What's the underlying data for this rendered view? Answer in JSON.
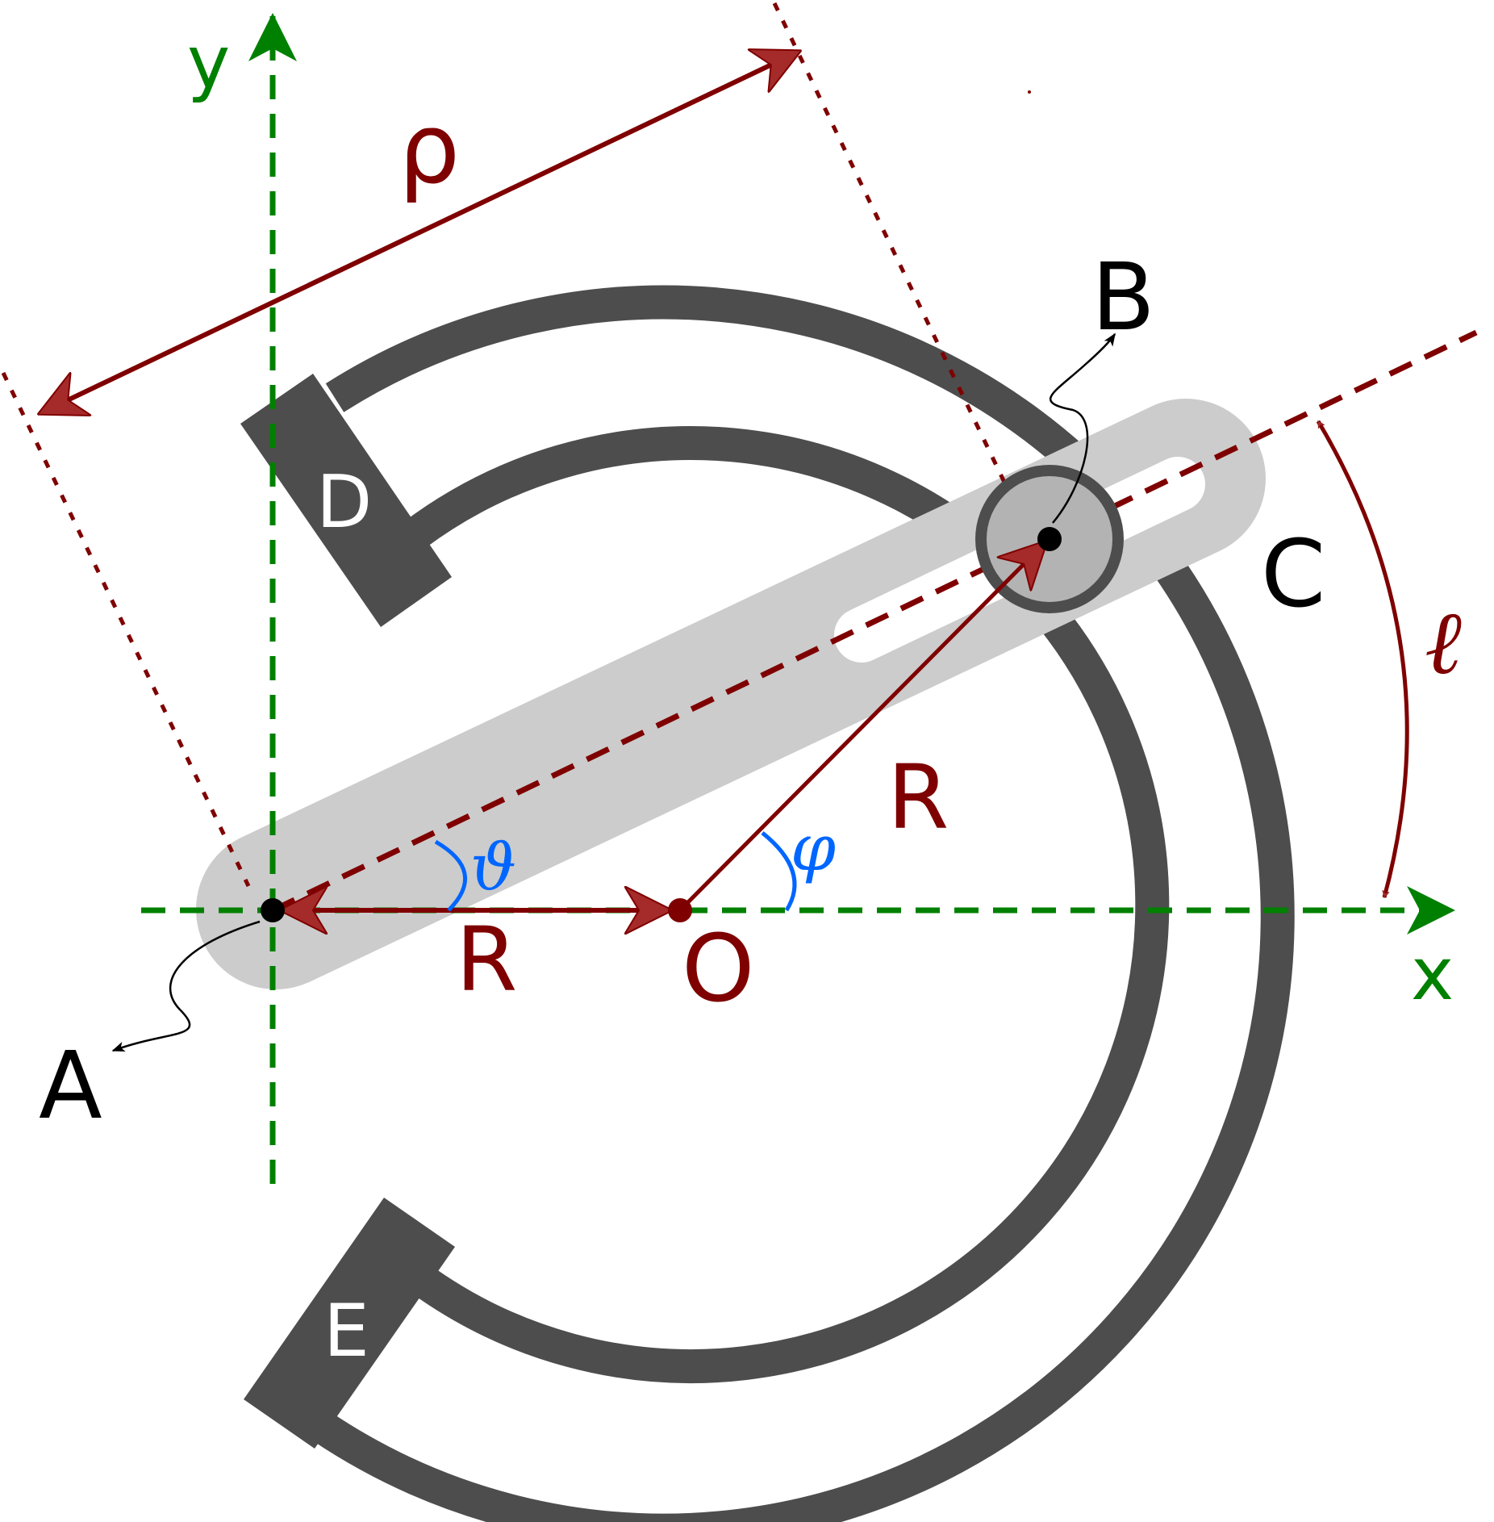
{
  "labels": {
    "x_axis": "x",
    "y_axis": "y",
    "point_A": "A",
    "point_B": "B",
    "point_C": "C",
    "point_D": "D",
    "point_E": "E",
    "point_O": "O",
    "rho": "ρ",
    "R_horizontal": "R",
    "R_radial": "R",
    "theta": "ϑ",
    "phi": "φ",
    "ell": "ℓ"
  },
  "colors": {
    "axis": "#008000",
    "dimension": "#7f0000",
    "angle": "#0066ff",
    "track": "#4d4d4d",
    "bar": "#cccccc",
    "pin": "#b3b3b3",
    "text": "#000000",
    "inset_text": "#ffffff"
  }
}
